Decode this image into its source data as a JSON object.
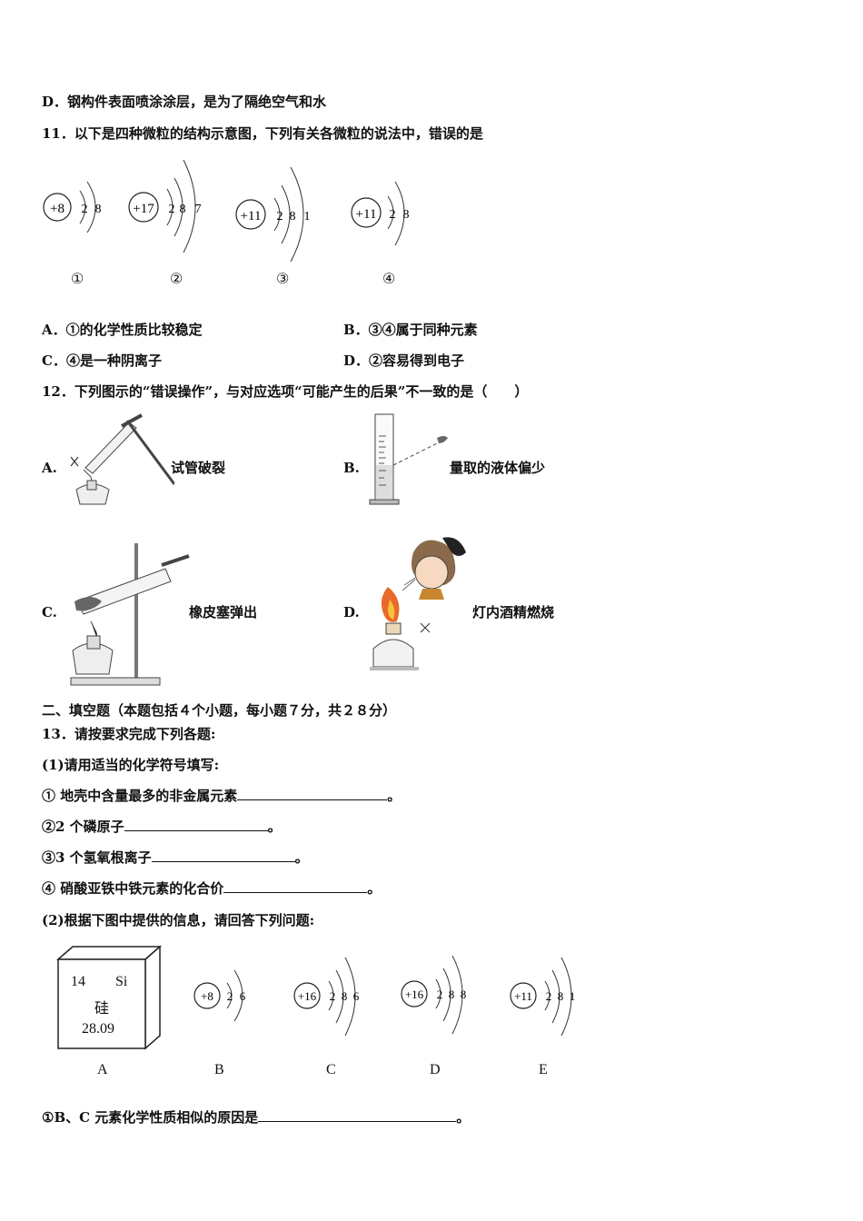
{
  "q10": {
    "option_d": "D．钢构件表面喷涂涂层，是为了隔绝空气和水"
  },
  "q11": {
    "stem": "11．以下是四种微粒的结构示意图，下列有关各微粒的说法中，错误的是",
    "particles": [
      {
        "label": "①",
        "nucleus": "+8",
        "shells": [
          "2",
          "8"
        ]
      },
      {
        "label": "②",
        "nucleus": "+17",
        "shells": [
          "2",
          "8",
          "7"
        ]
      },
      {
        "label": "③",
        "nucleus": "+11",
        "shells": [
          "2",
          "8",
          "1"
        ]
      },
      {
        "label": "④",
        "nucleus": "+11",
        "shells": [
          "2",
          "8"
        ]
      }
    ],
    "options": {
      "a": "A．①的化学性质比较稳定",
      "b": "B．③④属于同种元素",
      "c": "C．④是一种阴离子",
      "d": "D．②容易得到电子"
    }
  },
  "q12": {
    "stem": "12．下列图示的“错误操作”，与对应选项“可能产生的后果”不一致的是（　　）",
    "options": [
      {
        "letter": "A.",
        "consequence": "试管破裂"
      },
      {
        "letter": "B.",
        "consequence": "量取的液体偏少"
      },
      {
        "letter": "C.",
        "consequence": "橡皮塞弹出"
      },
      {
        "letter": "D.",
        "consequence": "灯内酒精燃烧"
      }
    ]
  },
  "section2": {
    "heading": "二、填空题（本题包括４个小题，每小题７分，共２８分）"
  },
  "q13": {
    "stem": "13．请按要求完成下列各题:",
    "part1": {
      "intro": "(1)请用适当的化学符号填写:",
      "items": [
        "① 地壳中含量最多的非金属元素",
        "②2 个磷原子",
        "③3 个氢氧根离子",
        "④ 硝酸亚铁中铁元素的化合价"
      ],
      "end": "。"
    },
    "part2": {
      "intro": "(2)根据下图中提供的信息，请回答下列问题:",
      "element_card": {
        "number": "14",
        "symbol": "Si",
        "name": "硅",
        "mass": "28.09",
        "label": "A"
      },
      "particles": [
        {
          "label": "B",
          "nucleus": "+8",
          "shells": [
            "2",
            "6"
          ]
        },
        {
          "label": "C",
          "nucleus": "+16",
          "shells": [
            "2",
            "8",
            "6"
          ]
        },
        {
          "label": "D",
          "nucleus": "+16",
          "shells": [
            "2",
            "8",
            "8"
          ]
        },
        {
          "label": "E",
          "nucleus": "+11",
          "shells": [
            "2",
            "8",
            "1"
          ]
        }
      ],
      "question1": "①B、C 元素化学性质相似的原因是",
      "end": "。"
    }
  }
}
